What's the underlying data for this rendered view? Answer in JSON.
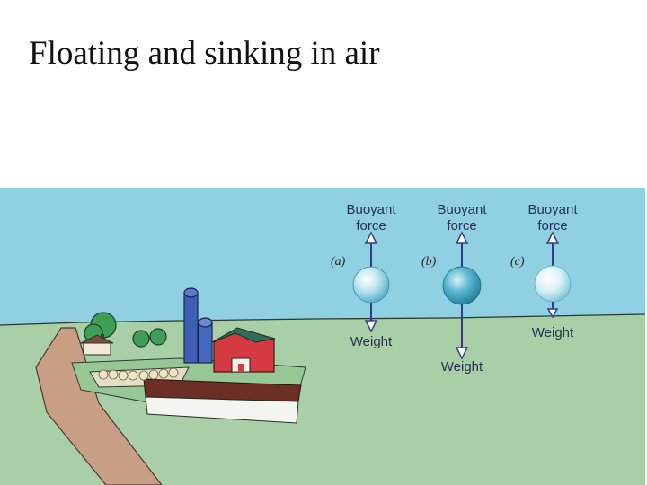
{
  "slide": {
    "title": "Floating and sinking in air"
  },
  "diagram": {
    "cases": [
      {
        "label": "(a)",
        "buoyant_label": [
          "Buoyant",
          "force"
        ],
        "weight_label": "Weight"
      },
      {
        "label": "(b)",
        "buoyant_label": [
          "Buoyant",
          "force"
        ],
        "weight_label": "Weight"
      },
      {
        "label": "(c)",
        "buoyant_label": [
          "Buoyant",
          "force"
        ],
        "weight_label": "Weight"
      }
    ],
    "colors": {
      "sky": "#8fd0e2",
      "ground": "#a8cfa6",
      "arrow": "#343c86",
      "barn": "#d53a43",
      "silo": "#3f5fb4"
    }
  }
}
